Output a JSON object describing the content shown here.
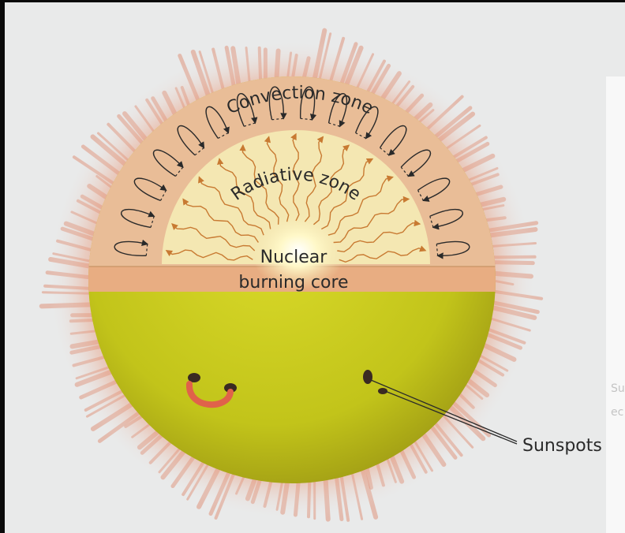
{
  "labels": {
    "convection": "Convection zone",
    "radiative": "Radiative zone",
    "core_line1": "Nuclear",
    "core_line2": "burning core",
    "sunspots": "Sunspots"
  },
  "side_text": [
    "Su",
    "ec"
  ],
  "colors": {
    "corona": "#e8a68e",
    "sun_surface": "#c6c61a",
    "convection_zone": "#e8bb94",
    "radiative_zone": "#f4e7b2",
    "core_glow": "#fff7d6",
    "arrow": "#c87a32",
    "sunspot": "#3a2a22",
    "prominence": "#e0624a"
  }
}
